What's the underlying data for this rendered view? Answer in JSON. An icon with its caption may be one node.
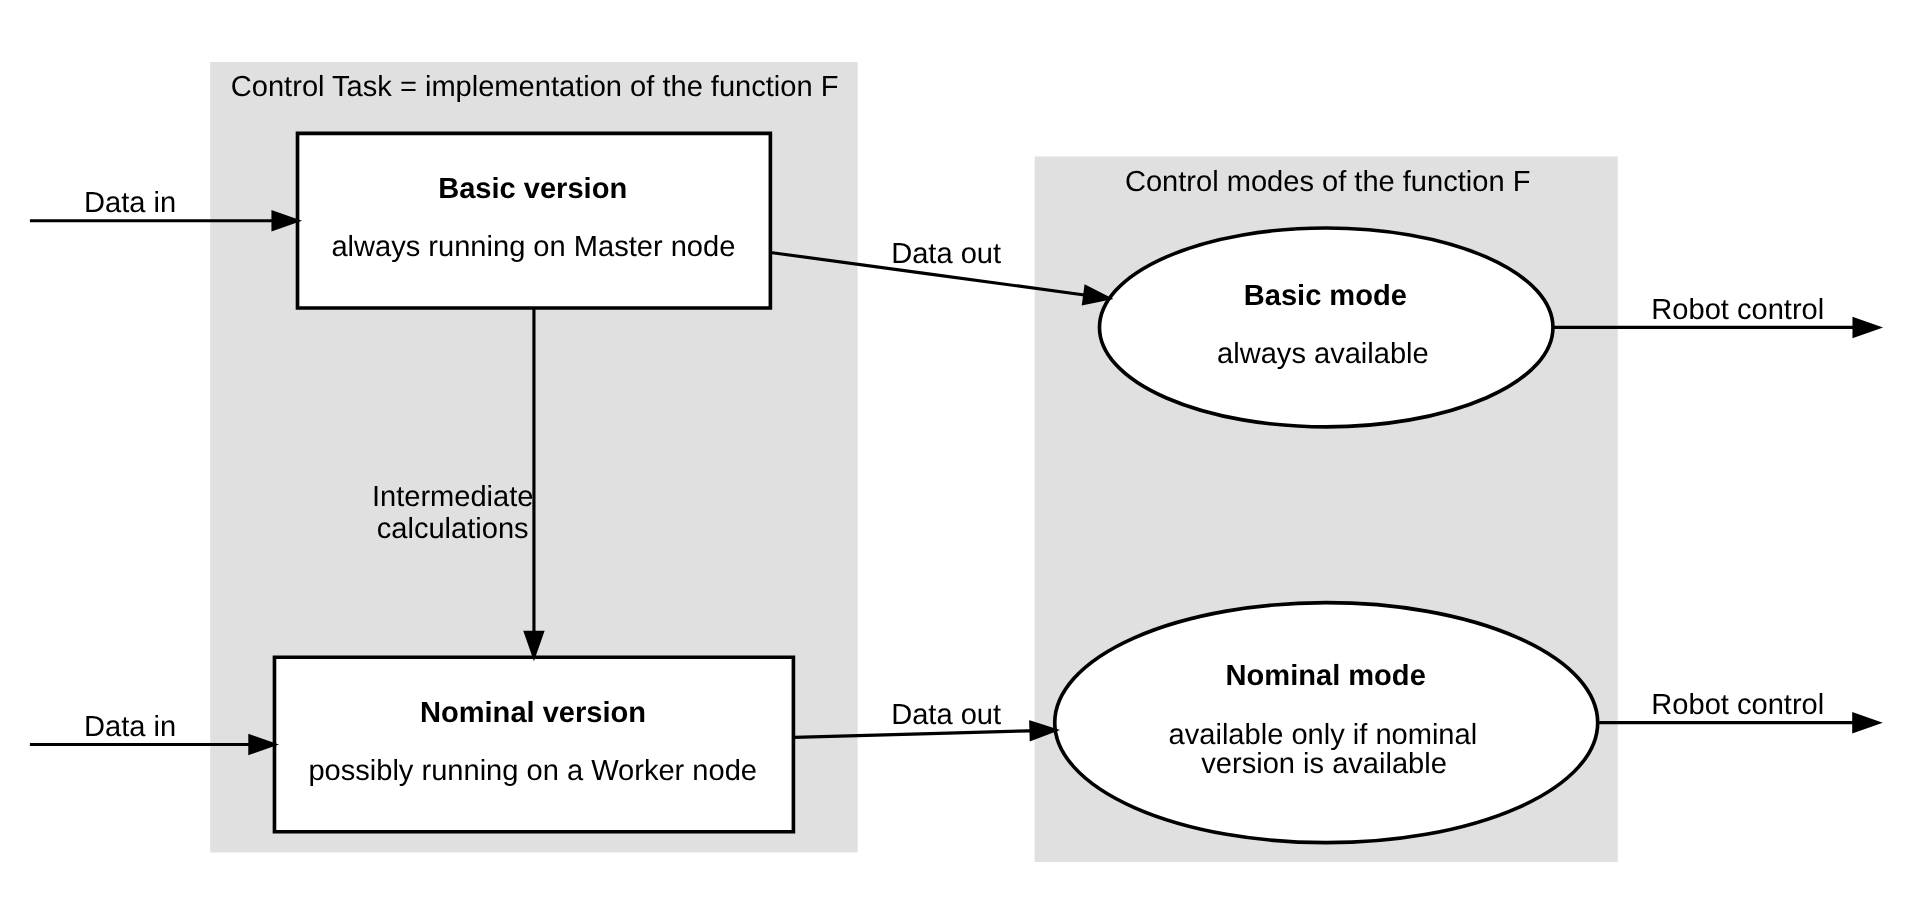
{
  "diagram": {
    "nodes": [
      {
        "text": [
          "Control Task = implementation of the function F"
        ]
      },
      {
        "text": [
          "Basic version",
          "always running on Master node"
        ],
        "in": 0
      },
      {
        "text": [
          "Nominal version",
          "possibly running on a Worker node"
        ],
        "in": 0
      },
      {
        "text": [
          "Control modes of the function F"
        ]
      },
      {
        "text": [
          "Basic mode",
          "always available"
        ],
        "in": 3
      },
      {
        "text": [
          "Nominal mode",
          "available only if nominal version is available"
        ],
        "in": 3
      }
    ],
    "edges": [
      {
        "from": null,
        "to": 1,
        "arrow": "to",
        "label": "Data in"
      },
      {
        "from": 1,
        "to": 2,
        "arrow": "to",
        "label": "Intermediate calculations"
      },
      {
        "from": null,
        "to": 2,
        "arrow": "to",
        "label": "Data in"
      },
      {
        "from": 1,
        "to": 4,
        "arrow": "to",
        "label": "Data out"
      },
      {
        "from": 2,
        "to": 5,
        "arrow": "to",
        "label": "Data out"
      },
      {
        "from": 4,
        "to": null,
        "arrow": "to",
        "label": "Robot control"
      },
      {
        "from": 5,
        "to": null,
        "arrow": "to",
        "label": "Robot control"
      }
    ]
  }
}
